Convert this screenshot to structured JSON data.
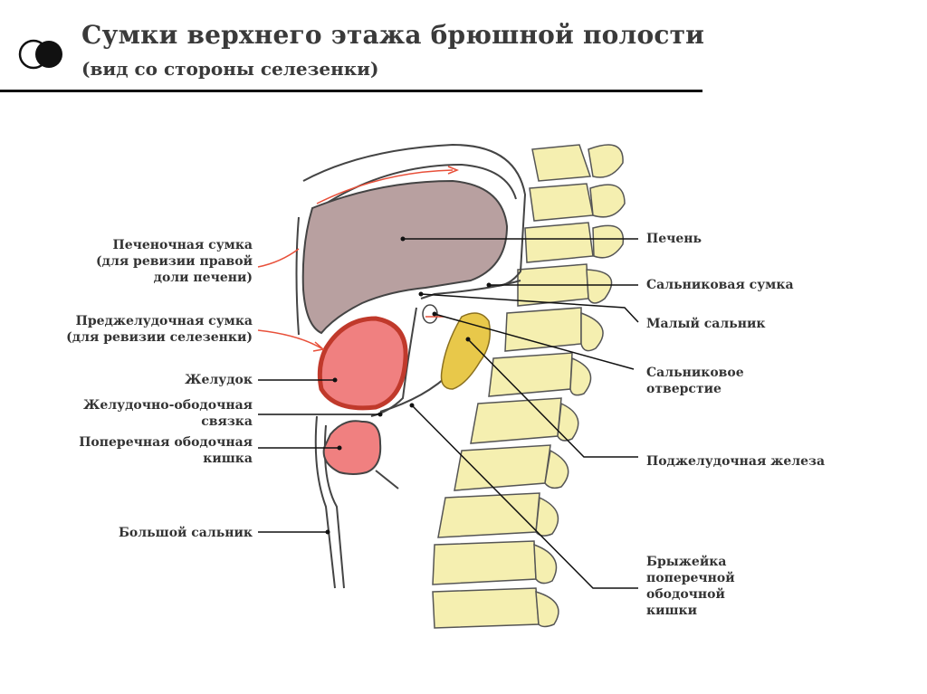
{
  "header": {
    "title": "Сумки верхнего этажа брюшной полости",
    "subtitle": "(вид со стороны селезенки)"
  },
  "labels_left": [
    {
      "key": "hepatic_bursa",
      "lines": [
        "Печеночная сумка",
        "(для ревизии правой",
        "доли печени)"
      ]
    },
    {
      "key": "pregastric_bursa",
      "lines": [
        "Преджелудочная сумка",
        "(для ревизии селезенки)"
      ]
    },
    {
      "key": "stomach",
      "lines": [
        "Желудок"
      ]
    },
    {
      "key": "gastrocolic_ligament",
      "lines": [
        "Желудочно-ободочная",
        "связка"
      ]
    },
    {
      "key": "transverse_colon",
      "lines": [
        "Поперечная ободочная",
        "кишка"
      ]
    },
    {
      "key": "greater_omentum",
      "lines": [
        "Большой сальник"
      ]
    }
  ],
  "labels_right": [
    {
      "key": "liver",
      "lines": [
        "Печень"
      ]
    },
    {
      "key": "omental_bursa",
      "lines": [
        "Сальниковая сумка"
      ]
    },
    {
      "key": "lesser_omentum",
      "lines": [
        "Малый сальник"
      ]
    },
    {
      "key": "omental_foramen",
      "lines": [
        "Сальниковое",
        "отверстие"
      ]
    },
    {
      "key": "pancreas",
      "lines": [
        "Поджелудочная железа"
      ]
    },
    {
      "key": "transverse_mesocolon",
      "lines": [
        "Брыжейка",
        "поперечной",
        "ободочной",
        "кишки"
      ]
    }
  ],
  "colors": {
    "liver": "#b8a0a0",
    "stomach_fill": "#f08080",
    "stomach_wall": "#c0392b",
    "arrow": "#e8503a",
    "bone": "#f5efb0",
    "pancreas": "#e8c84a",
    "outline": "#333333"
  }
}
